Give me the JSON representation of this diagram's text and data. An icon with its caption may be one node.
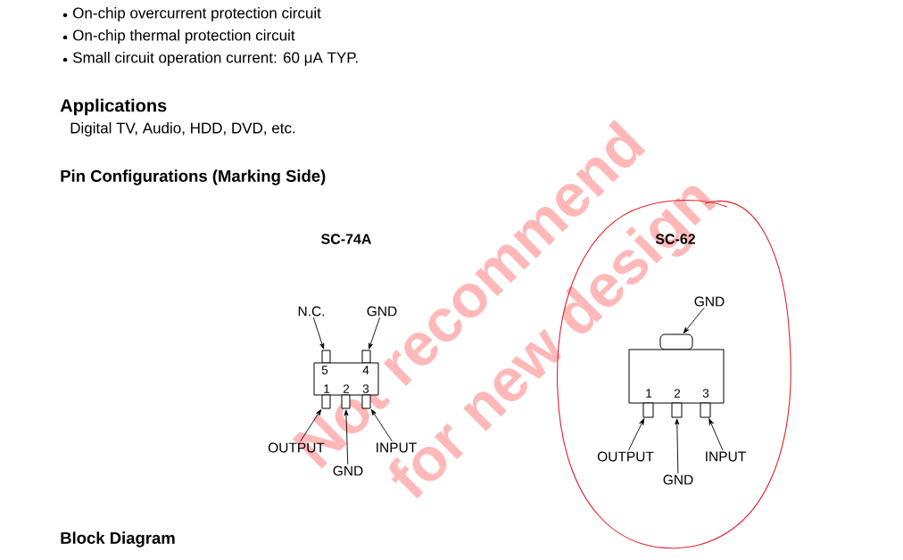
{
  "diagram": {
    "nodes": [
      {
        "text": [
          "N.C."
        ]
      },
      {
        "text": [
          "GND"
        ]
      },
      {
        "text": [],
        "shape": "box"
      },
      {
        "text": [],
        "shape": "box"
      },
      {
        "text": [
          "5",
          "4",
          "1",
          "2",
          "3"
        ]
      },
      {
        "text": [],
        "shape": "box"
      },
      {
        "text": [],
        "shape": "box"
      },
      {
        "text": [],
        "shape": "box"
      },
      {
        "text": [
          "OUTPUT"
        ]
      },
      {
        "text": [
          "GND"
        ]
      },
      {
        "text": [
          "INPUT"
        ]
      },
      {
        "text": [
          "GND"
        ]
      },
      {
        "text": [],
        "shape": "box"
      },
      {
        "text": [
          "1",
          "2",
          "3"
        ]
      },
      {
        "text": [],
        "shape": "box"
      },
      {
        "text": [],
        "shape": "box"
      },
      {
        "text": [],
        "shape": "box"
      },
      {
        "text": [
          "OUTPUT"
        ]
      },
      {
        "text": [
          "GND"
        ]
      },
      {
        "text": [
          "INPUT"
        ]
      }
    ],
    "edges": [
      {
        "from": 0,
        "to": 2,
        "arrow": "to"
      },
      {
        "from": 1,
        "to": 3,
        "arrow": "to"
      },
      {
        "from": 8,
        "to": 5,
        "arrow": "to"
      },
      {
        "from": 9,
        "to": 6,
        "arrow": "to"
      },
      {
        "from": 10,
        "to": 7,
        "arrow": "to"
      },
      {
        "from": 11,
        "to": 12,
        "arrow": "to"
      },
      {
        "from": 17,
        "to": 14,
        "arrow": "to"
      },
      {
        "from": 18,
        "to": 15,
        "arrow": "to"
      },
      {
        "from": 19,
        "to": 16,
        "arrow": "to"
      }
    ],
    "labels": [
      "On-chip overcurrent protection circuit",
      "On-chip thermal protection circuit",
      "Small circuit operation current: 60 μA TYP.",
      "Applications",
      "Digital TV, Audio, HDD, DVD, etc.",
      "Pin Configurations (Marking Side)",
      "SC-74A",
      "SC-62",
      "Block Diagram",
      "Not recommend",
      "for new design"
    ]
  }
}
